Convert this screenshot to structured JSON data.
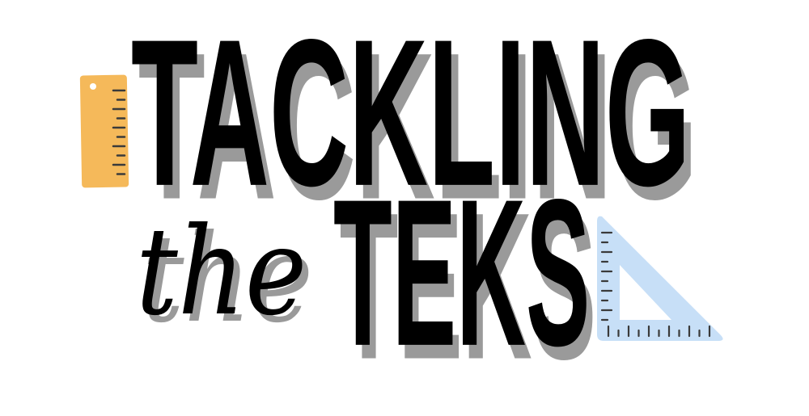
{
  "logo": {
    "line1": "TACKLING",
    "line2_script": "the",
    "line2_bold": "TEKS",
    "text_color": "#000000",
    "shadow_color": "#9a9a9a"
  },
  "ruler": {
    "icon": "ruler-icon",
    "color": "#F5B95A"
  },
  "set_square": {
    "icon": "triangle-ruler-icon",
    "color": "#C7DFF7"
  }
}
